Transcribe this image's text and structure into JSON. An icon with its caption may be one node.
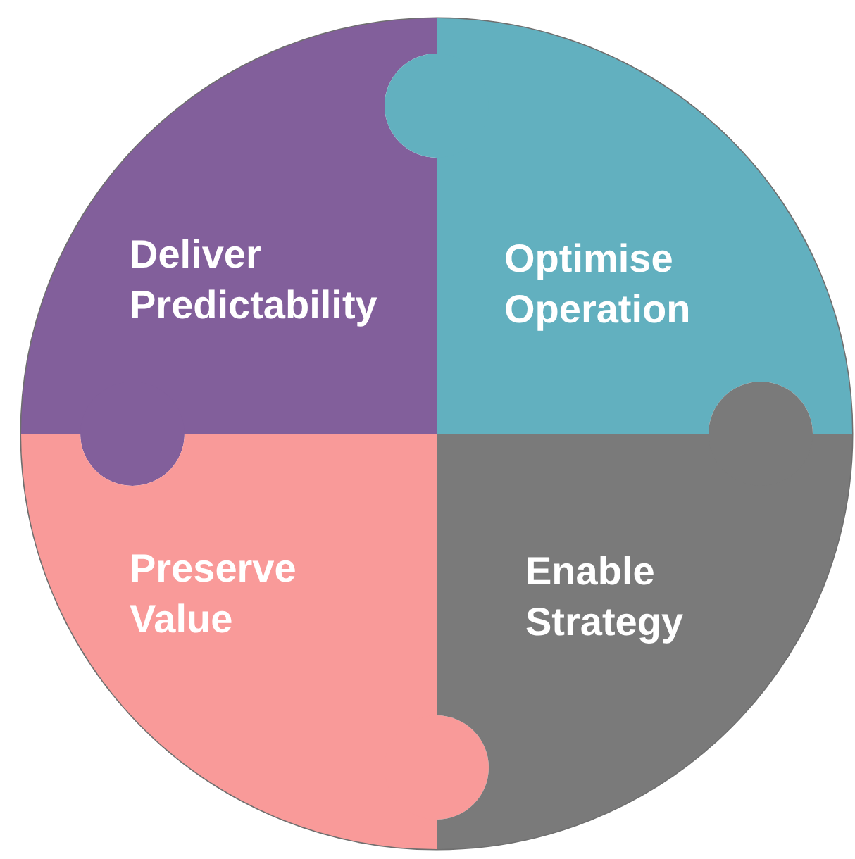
{
  "diagram": {
    "nodes": [
      {
        "text": [
          "Deliver Predictability"
        ]
      },
      {
        "text": [
          "Optimise Operation"
        ]
      },
      {
        "text": [
          "Preserve Value"
        ]
      },
      {
        "text": [
          "Enable Strategy"
        ]
      }
    ],
    "edges": []
  }
}
